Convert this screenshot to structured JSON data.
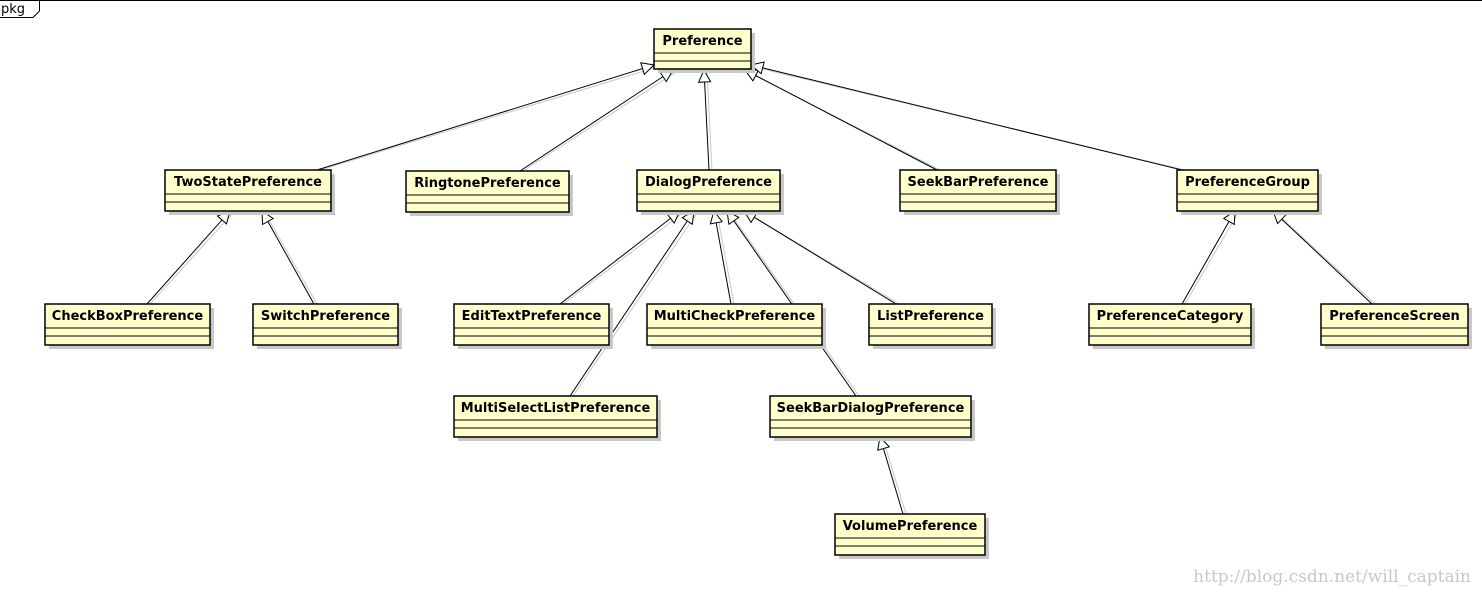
{
  "package_label": "pkg",
  "watermark": "http://blog.csdn.net/will_captain",
  "colors": {
    "class_fill": "#ffffcc",
    "class_border": "#000000",
    "shadow": "#c8c8c8",
    "line": "#000000",
    "watermark": "#c8c8c8"
  },
  "classes": [
    {
      "id": "preference",
      "name": "Preference"
    },
    {
      "id": "twostate",
      "name": "TwoStatePreference"
    },
    {
      "id": "ringtone",
      "name": "RingtonePreference"
    },
    {
      "id": "dialog",
      "name": "DialogPreference"
    },
    {
      "id": "seekbar",
      "name": "SeekBarPreference"
    },
    {
      "id": "group",
      "name": "PreferenceGroup"
    },
    {
      "id": "checkbox",
      "name": "CheckBoxPreference"
    },
    {
      "id": "switch",
      "name": "SwitchPreference"
    },
    {
      "id": "edittext",
      "name": "EditTextPreference"
    },
    {
      "id": "multicheck",
      "name": "MultiCheckPreference"
    },
    {
      "id": "list",
      "name": "ListPreference"
    },
    {
      "id": "category",
      "name": "PreferenceCategory"
    },
    {
      "id": "screen",
      "name": "PreferenceScreen"
    },
    {
      "id": "multiselect",
      "name": "MultiSelectListPreference"
    },
    {
      "id": "seekbardialog",
      "name": "SeekBarDialogPreference"
    },
    {
      "id": "volume",
      "name": "VolumePreference"
    }
  ],
  "generalizations": [
    {
      "child": "twostate",
      "parent": "preference"
    },
    {
      "child": "ringtone",
      "parent": "preference"
    },
    {
      "child": "dialog",
      "parent": "preference"
    },
    {
      "child": "seekbar",
      "parent": "preference"
    },
    {
      "child": "group",
      "parent": "preference"
    },
    {
      "child": "checkbox",
      "parent": "twostate"
    },
    {
      "child": "switch",
      "parent": "twostate"
    },
    {
      "child": "edittext",
      "parent": "dialog"
    },
    {
      "child": "multiselect",
      "parent": "dialog"
    },
    {
      "child": "multicheck",
      "parent": "dialog"
    },
    {
      "child": "seekbardialog",
      "parent": "dialog"
    },
    {
      "child": "list",
      "parent": "dialog"
    },
    {
      "child": "category",
      "parent": "group"
    },
    {
      "child": "screen",
      "parent": "group"
    },
    {
      "child": "volume",
      "parent": "seekbardialog"
    }
  ]
}
